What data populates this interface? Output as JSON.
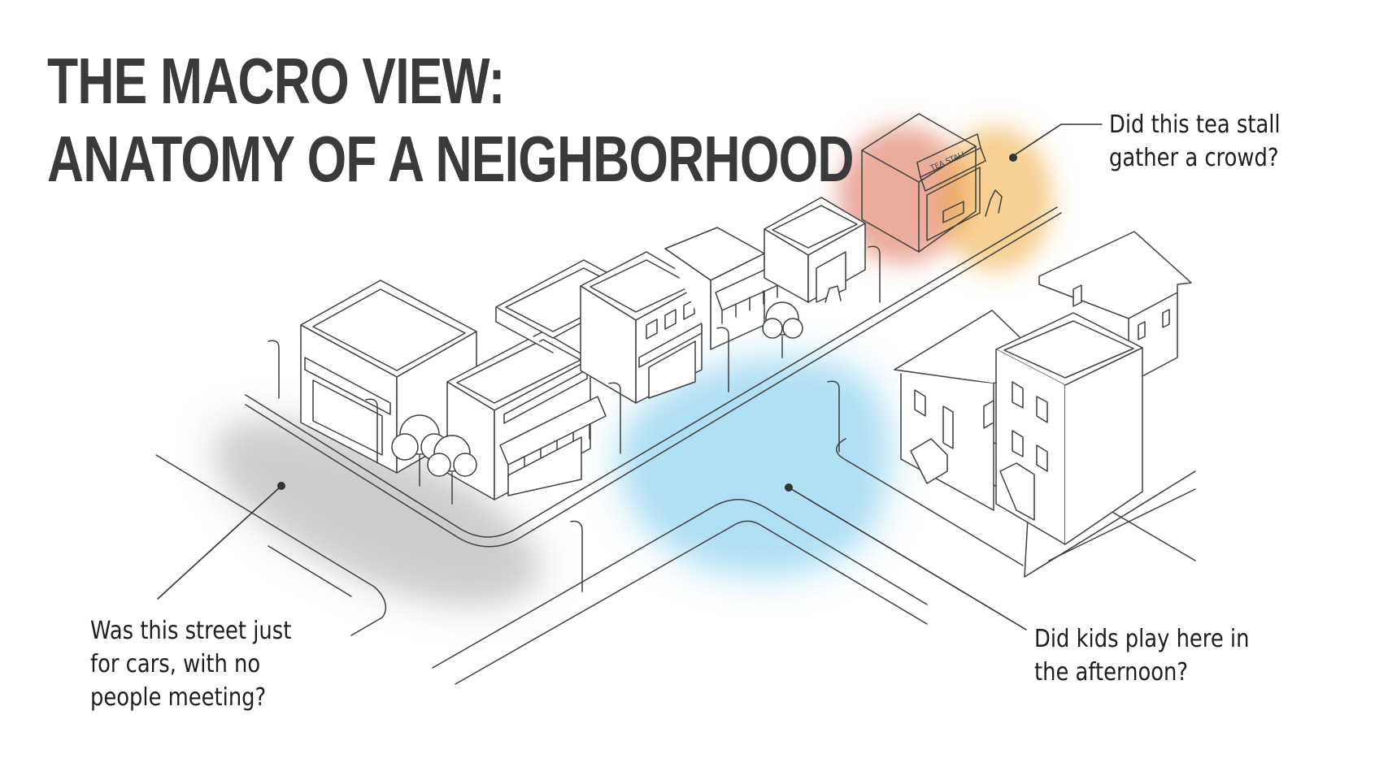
{
  "title": {
    "line1": "THE MACRO VIEW:",
    "line2": "ANATOMY OF A NEIGHBORHOOD"
  },
  "annotations": {
    "tea_stall": {
      "line1": "Did this tea stall",
      "line2": "gather a crowd?",
      "highlight_colors": [
        "#d9674a",
        "#f0a93a"
      ]
    },
    "street": {
      "line1": "Was this street just",
      "line2": "for cars, with no",
      "line3": "people meeting?",
      "highlight_color": "#9a9a9a"
    },
    "kids": {
      "line1": "Did kids play here in",
      "line2": "the afternoon?",
      "highlight_color": "#5fc0e6"
    }
  },
  "illustration": {
    "shop_sign": "TEA STALL"
  },
  "colors": {
    "ink": "#3f3f3f",
    "text": "#1e1e1e"
  }
}
